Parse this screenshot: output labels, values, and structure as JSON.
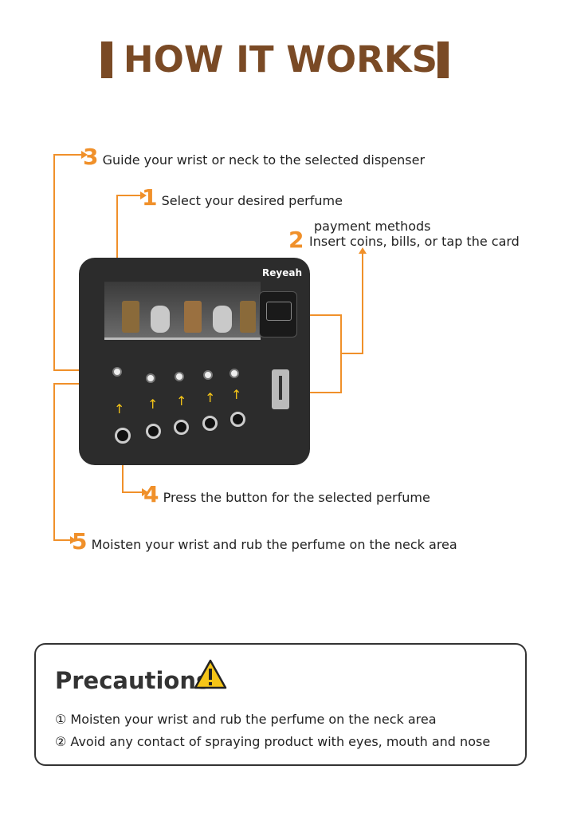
{
  "header": {
    "title": "HOW IT WORKS"
  },
  "steps": [
    {
      "number": "3",
      "text": "Guide your wrist or neck to the selected dispenser"
    },
    {
      "number": "1",
      "text": "Select your desired perfume"
    },
    {
      "number": "2",
      "line1": "payment methods",
      "line2": "Insert coins, bills, or tap the card"
    },
    {
      "number": "4",
      "text": "Press the button for the selected perfume"
    },
    {
      "number": "5",
      "text": "Moisten your wrist and rub the perfume on the neck area"
    }
  ],
  "machine": {
    "brand": "Reyeah"
  },
  "precautions": {
    "title": "Precautions",
    "items": [
      "① Moisten your wrist and rub the perfume on the neck area",
      "② Avoid any contact of spraying product with eyes, mouth and nose"
    ]
  },
  "colors": {
    "accent": "#f0902a",
    "title": "#7a4a25",
    "machine": "#2c2c2c"
  }
}
